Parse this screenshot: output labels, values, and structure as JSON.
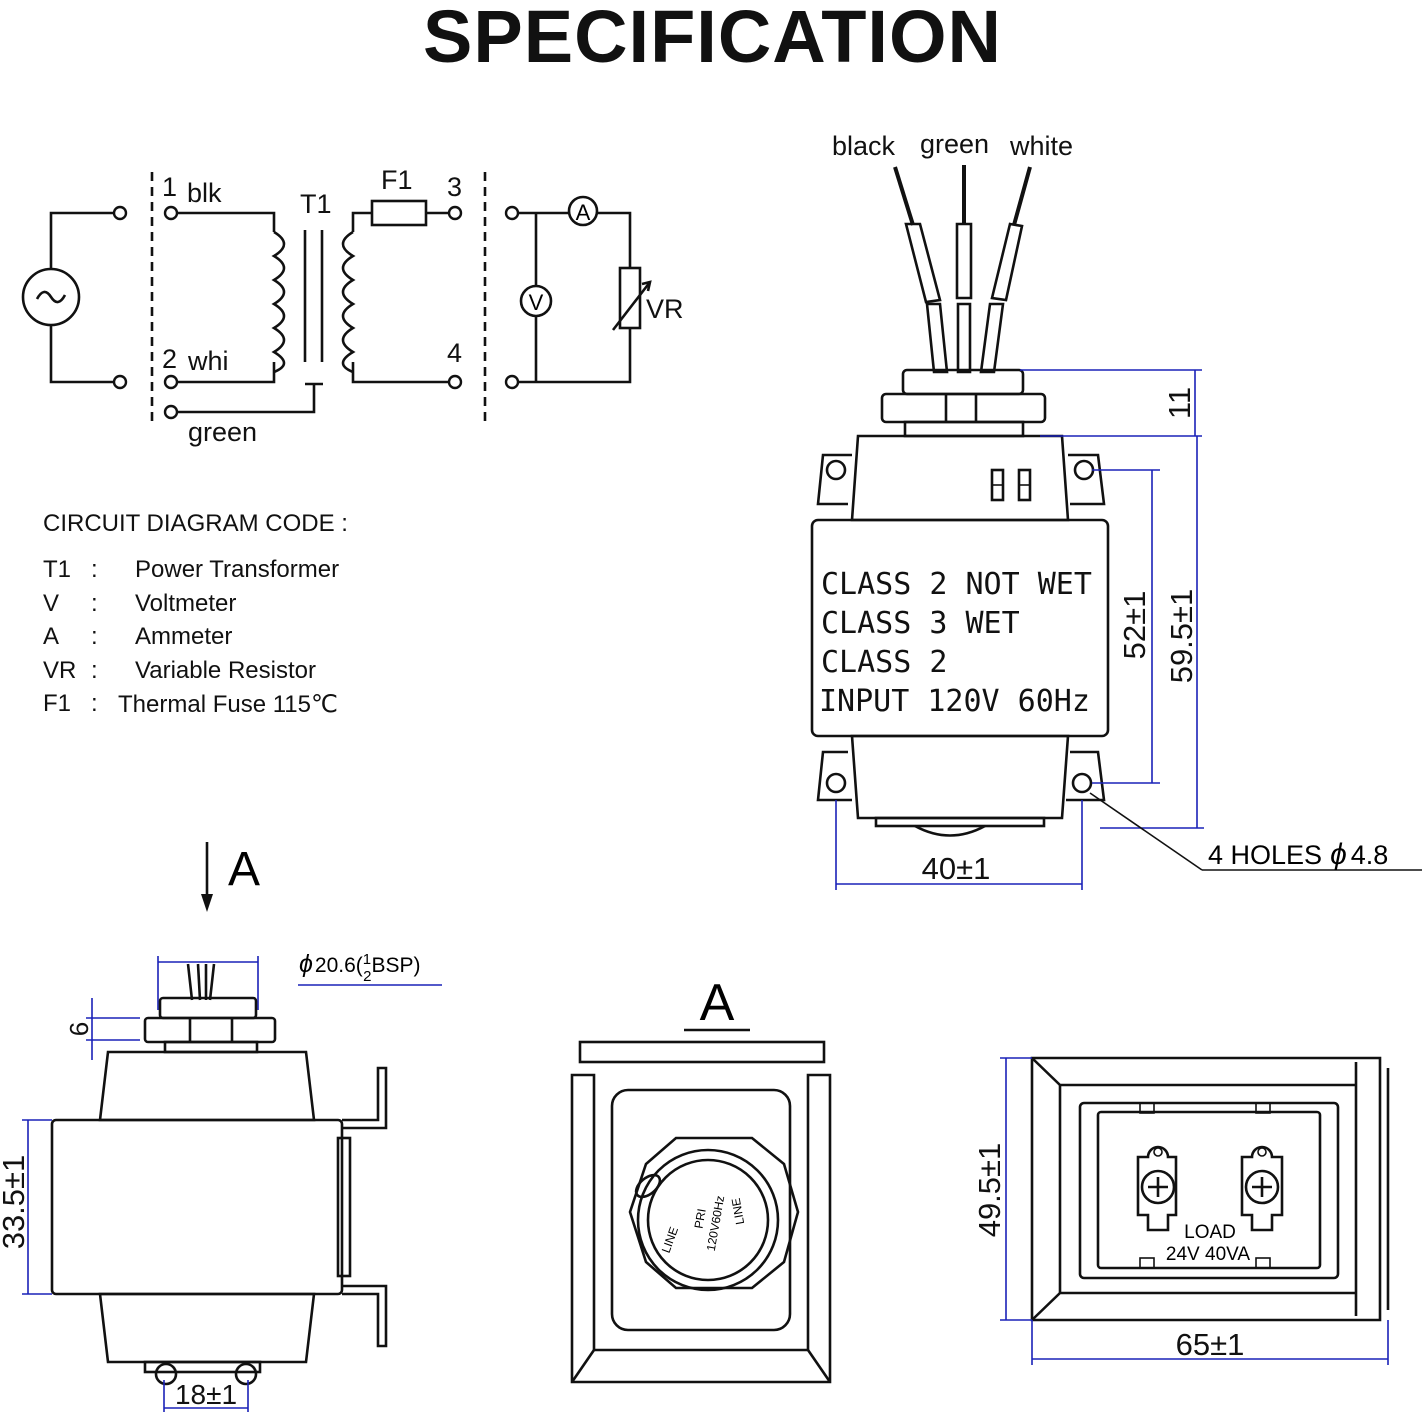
{
  "title": "SPECIFICATION",
  "circuit": {
    "pin1": "1",
    "pin1_wire": "blk",
    "pin2": "2",
    "pin2_wire": "whi",
    "ground_wire": "green",
    "transformer": "T1",
    "fuse": "F1",
    "pin3": "3",
    "pin4": "4",
    "ammeter": "A",
    "voltmeter": "V",
    "resistor": "VR"
  },
  "legend": {
    "title": "CIRCUIT DIAGRAM CODE :",
    "colon": ":",
    "items": [
      {
        "abbr": "T1",
        "desc": "Power Transformer"
      },
      {
        "abbr": "V",
        "desc": "Voltmeter"
      },
      {
        "abbr": "A",
        "desc": "Ammeter"
      },
      {
        "abbr": "VR",
        "desc": "Variable Resistor"
      },
      {
        "abbr": "F1",
        "desc": "Thermal Fuse 115℃"
      }
    ]
  },
  "front_view": {
    "wires": [
      "black",
      "green",
      "white"
    ],
    "label_lines": [
      "CLASS 2 NOT WET",
      "CLASS 3 WET",
      "CLASS 2",
      "INPUT 120V 60Hz"
    ],
    "dims": {
      "top": "11",
      "inner_height": "52±1",
      "outer_height": "59.5±1",
      "width": "40±1"
    },
    "holes": "4 HOLES",
    "hole_diameter": "4.8",
    "diameter_symbol": "ϕ"
  },
  "side_view": {
    "arrow_label": "A",
    "thread": "20.6(",
    "thread_frac_num": "1",
    "thread_frac_den": "2",
    "thread_suffix": "BSP)",
    "dims": {
      "collar": "6",
      "height": "33.5±1",
      "base": "18±1"
    }
  },
  "view_a": {
    "label": "A",
    "cap_text": {
      "line1": "LINE",
      "line2": "PRI",
      "line3": "120V60Hz",
      "line4": "LINE"
    }
  },
  "bottom_view": {
    "load_line1": "LOAD",
    "load_line2": "24V 40VA",
    "dims": {
      "height": "49.5±1",
      "width": "65±1"
    }
  }
}
